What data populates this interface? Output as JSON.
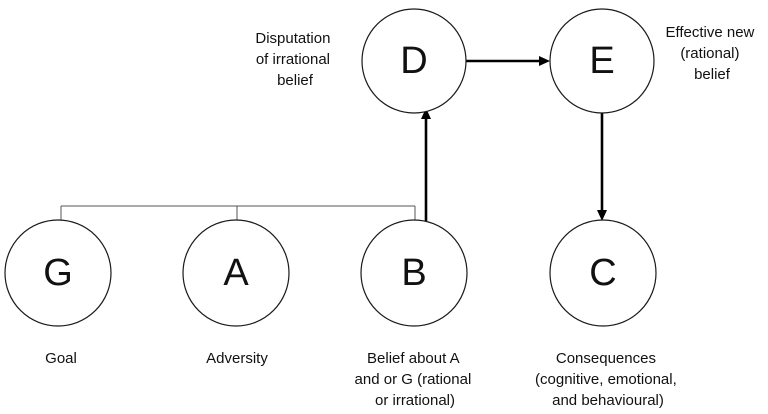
{
  "nodes": {
    "G": {
      "letter": "G",
      "caption": [
        "Goal"
      ]
    },
    "A": {
      "letter": "A",
      "caption": [
        "Adversity"
      ]
    },
    "B": {
      "letter": "B",
      "caption": [
        "Belief about A",
        "and or G (rational",
        "or irrational)"
      ]
    },
    "C": {
      "letter": "C",
      "caption": [
        "Consequences",
        "(cognitive, emotional,",
        "and behavioural)"
      ]
    },
    "D": {
      "letter": "D",
      "caption": [
        "Disputation",
        "of irrational",
        "belief"
      ]
    },
    "E": {
      "letter": "E",
      "caption": [
        "Effective new",
        "(rational)",
        "belief"
      ]
    }
  },
  "edges": [
    {
      "from": "B",
      "to": "D",
      "style": "arrow"
    },
    {
      "from": "D",
      "to": "E",
      "style": "arrow"
    },
    {
      "from": "E",
      "to": "C",
      "style": "arrow"
    },
    {
      "from": [
        "G",
        "A",
        "B"
      ],
      "style": "bracket-connector"
    }
  ],
  "colors": {
    "stroke": "#1a1a1a",
    "connector": "#555555",
    "text": "#111111"
  }
}
